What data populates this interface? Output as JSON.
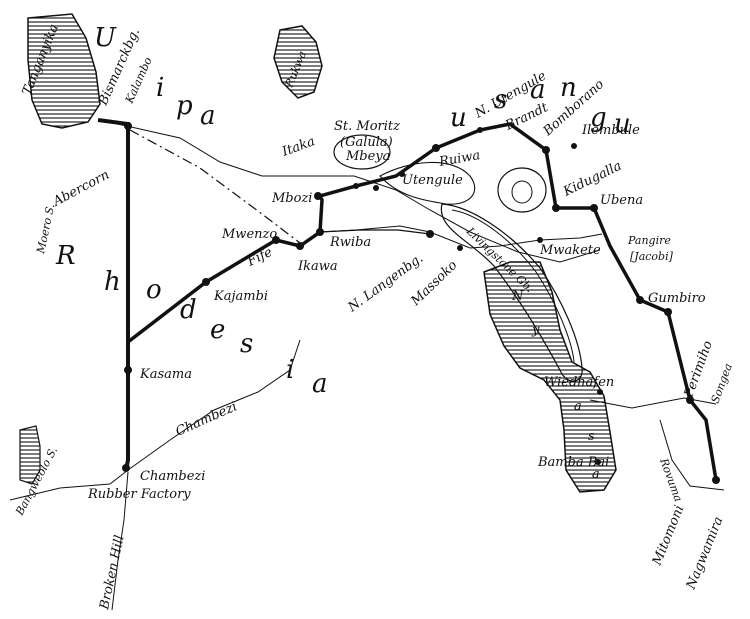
{
  "map": {
    "colors": {
      "ink": "#111111",
      "paper": "#ffffff"
    },
    "big_letters": {
      "upper": [
        "U",
        "i",
        "p",
        "a"
      ],
      "usangu": [
        "u",
        "s",
        "a",
        "n",
        "g",
        "u"
      ],
      "rhodesia": [
        "R",
        "h",
        "o",
        "d",
        "e",
        "s",
        "i",
        "a"
      ],
      "lake_nyasa": [
        "N",
        "y",
        "a",
        "s",
        "a"
      ]
    },
    "lakes": {
      "tanganyika": "Tanganyika",
      "rukwa": "Rukwa",
      "bangweolo": "Bangweolo S.",
      "moero": "Moero S."
    },
    "places": {
      "bismarckburg": "Bismarckbg.",
      "kalambo": "Kalambo",
      "abercorn": "Abercorn",
      "itaka": "Itaka",
      "st_moritz": "St. Moritz",
      "galula": "(Galula)",
      "mbeya": "Mbeya",
      "mbozi": "Mbozi",
      "mwenzo": "Mwenzo",
      "fife": "Fife",
      "ikawa": "Ikawa",
      "rwiba": "Rwiba",
      "kasanbu": "Kajambi",
      "kasama": "Kasama",
      "chambezi_river": "Chambezi",
      "chambezi": "Chambezi",
      "rubber_factory": "Rubber Factory",
      "broken_hill": "Broken Hill",
      "ruiwa": "Ruiwa",
      "utengule": "Utengule",
      "n_utengule": "N. Utengule",
      "brandt": "Brandt",
      "bomborano": "Bomborano",
      "ilembule": "Ilembule",
      "kidugalla": "Kidugalla",
      "ubena": "Ubena",
      "pangire": "Pangire",
      "jacobi": "[Jacobi]",
      "neu_langenburg": "N. Langenbg.",
      "massoko": "Massoko",
      "livingstone": "Livingstone Gb.",
      "mwakete": "Mwakete",
      "gumbiro": "Gumbiro",
      "wiedhafen": "Wiedhafen",
      "bamba_bai": "Bamba Bai",
      "perimiho": "Perimiho",
      "songea": "Songea",
      "rovuma": "Rovuma",
      "mitomoni": "Mitomoni",
      "nagwamira": "Nagwamira"
    }
  }
}
